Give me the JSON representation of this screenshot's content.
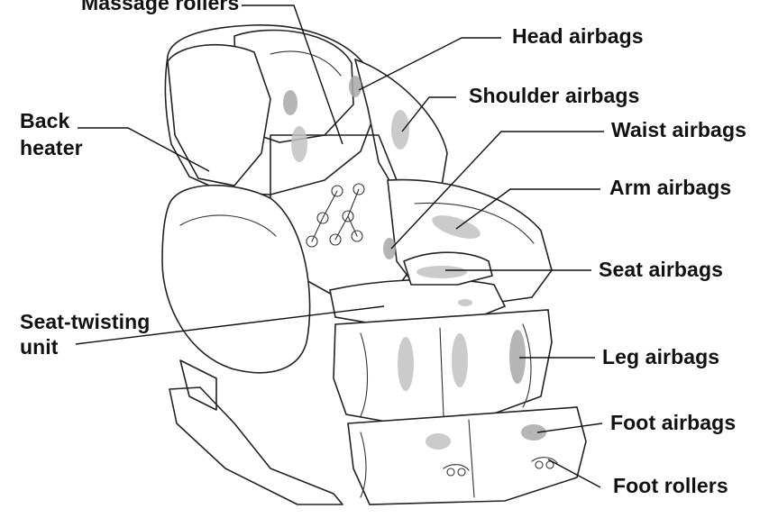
{
  "colors": {
    "line": "#111111",
    "airbag": "#a8a8a8",
    "background": "#ffffff"
  },
  "labels": {
    "top_cut": "Massage rollers",
    "head": "Head airbags",
    "shoulder": "Shoulder airbags",
    "back_heater_1": "Back",
    "back_heater_2": "heater",
    "waist": "Waist airbags",
    "arm": "Arm airbags",
    "seat": "Seat airbags",
    "twist_1": "Seat-twisting",
    "twist_2": "unit",
    "leg": "Leg airbags",
    "foot": "Foot airbags",
    "foot_rollers": "Foot rollers"
  }
}
